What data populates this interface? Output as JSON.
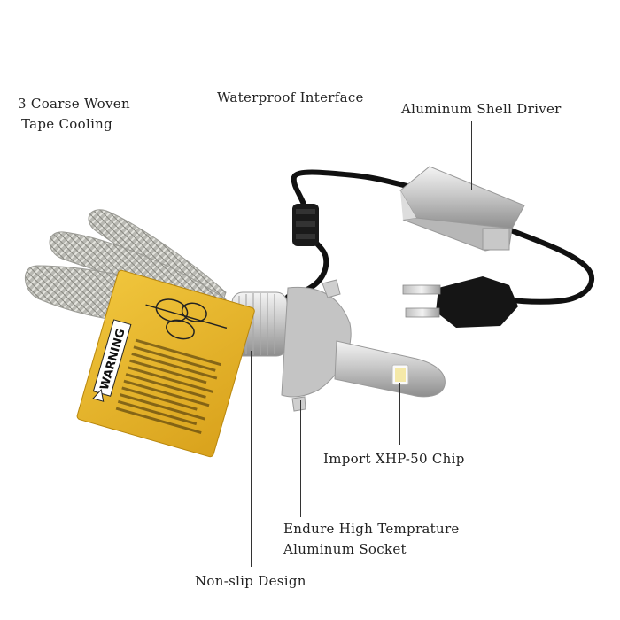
{
  "labels": {
    "cooling_line1": "3 Coarse Woven",
    "cooling_line2": "Tape Cooling",
    "waterproof": "Waterproof Interface",
    "driver": "Aluminum Shell Driver",
    "chip": "Import XHP-50 Chip",
    "socket_line1": "Endure High Temprature",
    "socket_line2": "Aluminum Socket",
    "nonslip": "Non-slip Design"
  },
  "warning_card": {
    "title": "WARNING"
  }
}
